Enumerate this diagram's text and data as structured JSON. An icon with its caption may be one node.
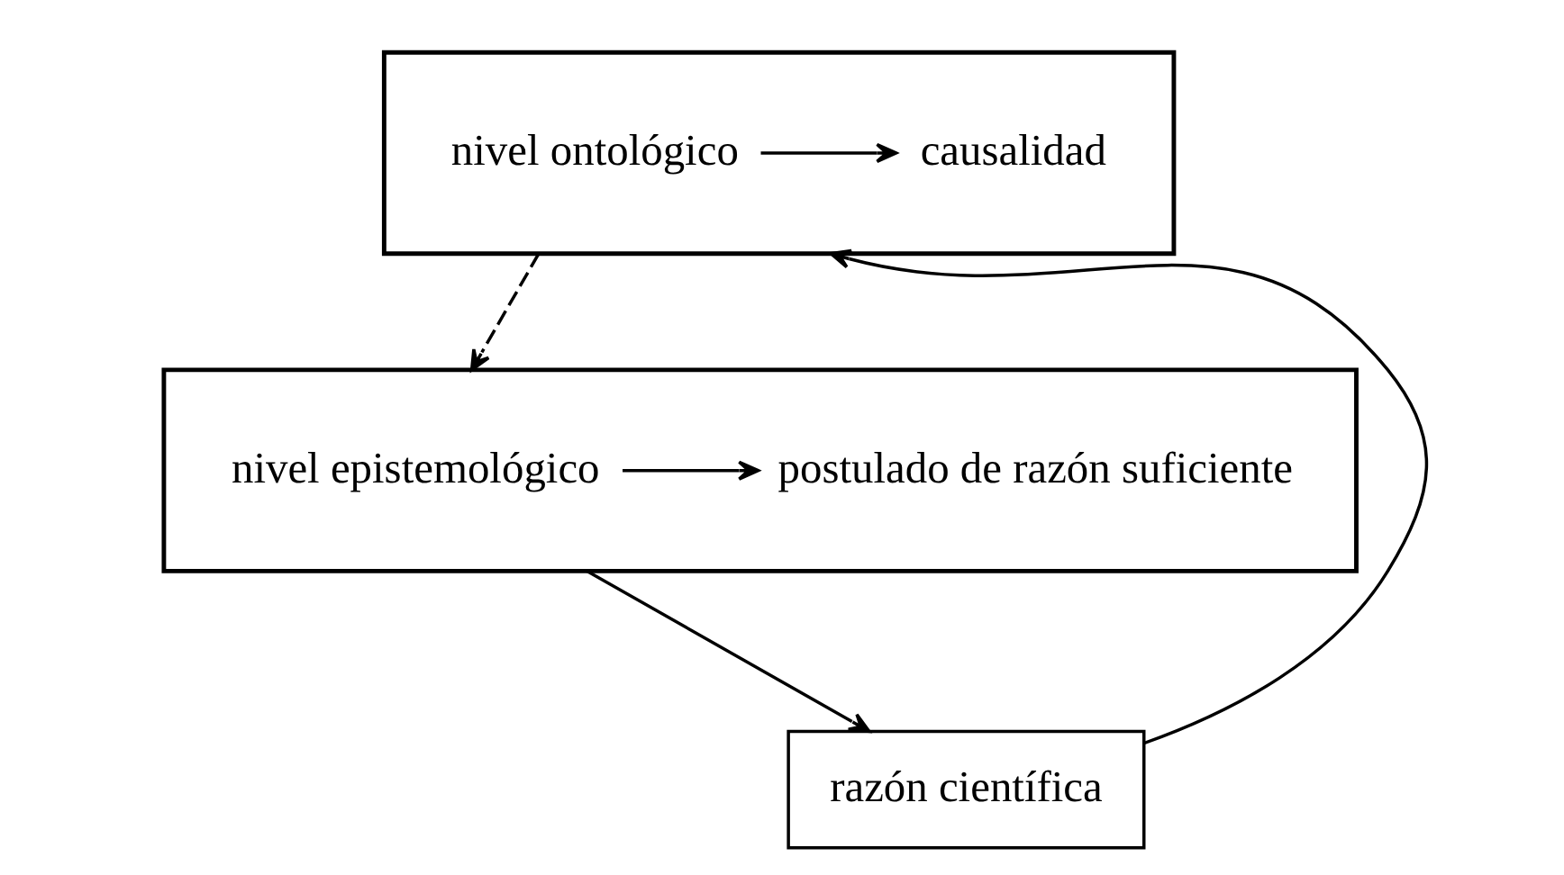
{
  "diagram": {
    "nodes": [
      {
        "text": [],
        "shape": "box"
      },
      {
        "text": [
          "nivel ontológico"
        ],
        "in": 0
      },
      {
        "text": [
          "causalidad"
        ],
        "in": 0
      },
      {
        "text": [],
        "shape": "box"
      },
      {
        "text": [
          "nivel epistemológico"
        ],
        "in": 3
      },
      {
        "text": [
          "postulado de razón suficiente"
        ],
        "in": 3
      },
      {
        "text": [
          "razón científica"
        ]
      }
    ],
    "edges": [
      {
        "from": 1,
        "to": 2,
        "arrow": "to"
      },
      {
        "from": 0,
        "to": 3,
        "arrow": "to",
        "style": "dashed"
      },
      {
        "from": 4,
        "to": 5,
        "arrow": "to"
      },
      {
        "from": 3,
        "to": 6,
        "arrow": "to"
      },
      {
        "from": 6,
        "to": 0,
        "arrow": "to"
      }
    ]
  }
}
